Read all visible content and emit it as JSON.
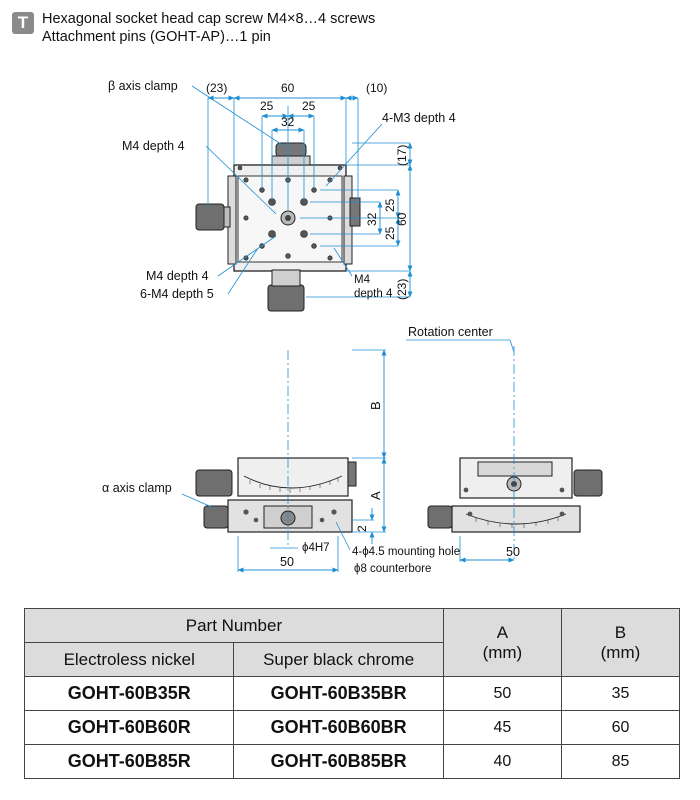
{
  "header": {
    "icon": "T",
    "lines": [
      "Hexagonal socket head cap screw M4×8…4 screws",
      "Attachment pins (GOHT-AP)…1 pin"
    ]
  },
  "drawing": {
    "labels": {
      "beta_clamp": "β axis clamp",
      "alpha_clamp": "α axis clamp",
      "m4_depth4_a": "M4 depth 4",
      "m3_depth4": "4-M3 depth 4",
      "m4_depth4_b": "M4 depth 4",
      "m4_depth5": "6-M4 depth 5",
      "m4_side": "M4",
      "depth4_side": "depth 4",
      "rotation_center": "Rotation center",
      "dim_b": "B",
      "dim_a": "A",
      "phi4h7": "ϕ4H7",
      "mounting_hole": "4-ϕ4.5 mounting hole",
      "counterbore": "ϕ8 counterbore"
    },
    "dims": {
      "left_23": "(23)",
      "top_60": "60",
      "right_10": "(10)",
      "d25a": "25",
      "d25b": "25",
      "d32": "32",
      "side_17": "(17)",
      "side_25a": "25",
      "side_32": "32",
      "side_60": "60",
      "side_25b": "25",
      "side_23": "(23)",
      "bot_2": "2",
      "bot_50a": "50",
      "bot_50b": "50"
    }
  },
  "table": {
    "part_number_label": "Part Number",
    "col_electroless": "Electroless nickel",
    "col_black": "Super black chrome",
    "col_a": "A",
    "col_b": "B",
    "unit": "(mm)",
    "rows": [
      {
        "nickel": "GOHT-60B35R",
        "black": "GOHT-60B35BR",
        "a": "50",
        "b": "35"
      },
      {
        "nickel": "GOHT-60B60R",
        "black": "GOHT-60B60BR",
        "a": "45",
        "b": "60"
      },
      {
        "nickel": "GOHT-60B85R",
        "black": "GOHT-60B85BR",
        "a": "40",
        "b": "85"
      }
    ]
  },
  "colors": {
    "dimension": "#1d8fd1",
    "part_fill": "#ececec",
    "part_stroke": "#222222",
    "table_header": "#dcdcdc"
  }
}
